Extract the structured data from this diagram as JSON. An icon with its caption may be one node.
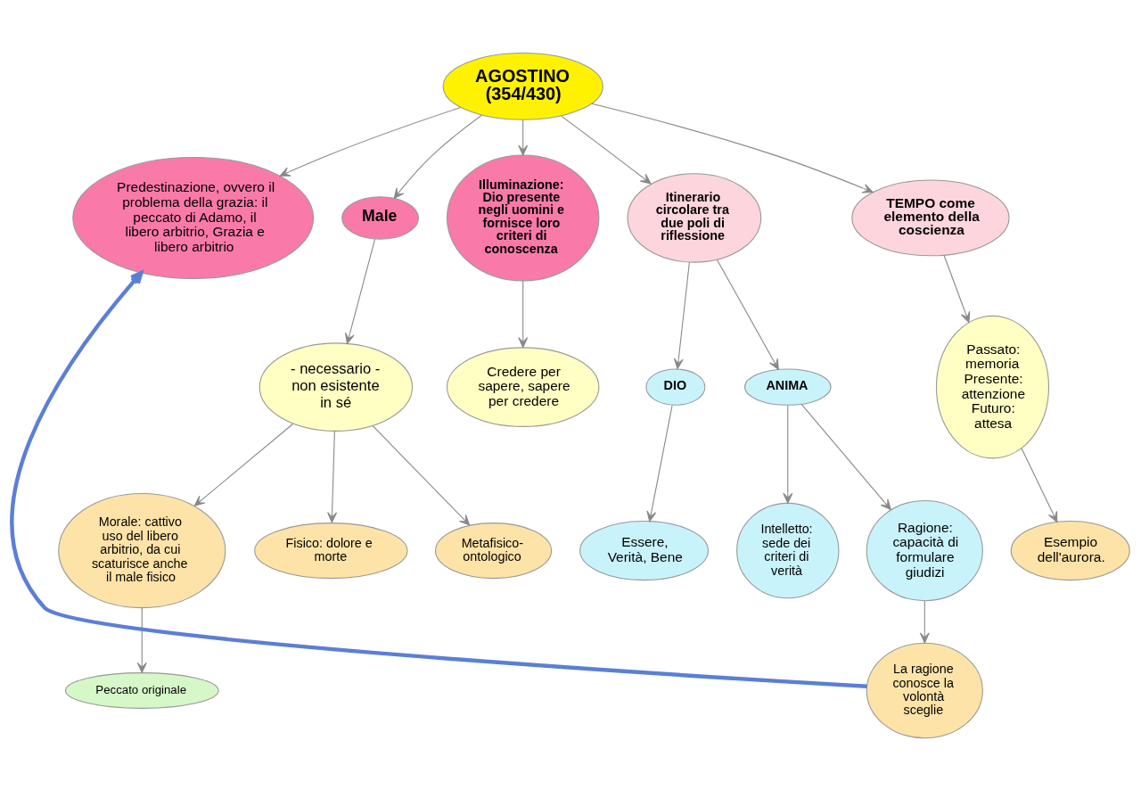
{
  "diagram": {
    "nodes": [
      {
        "text": [
          "AGOSTINO (354/430)"
        ]
      },
      {
        "text": [
          "Predestinazione, ovvero il problema della grazia: il peccato di Adamo, il libero arbitrio, Grazia e libero arbitrio"
        ]
      },
      {
        "text": [
          "Male"
        ]
      },
      {
        "text": [
          "- necessario - non esistente in sé"
        ]
      },
      {
        "text": [
          "Morale: cattivo uso del libero arbitrio, da cui scaturisce anche il male fisico"
        ]
      },
      {
        "text": [
          "Fisico: dolore e morte"
        ]
      },
      {
        "text": [
          "Metafisico-ontologico"
        ]
      },
      {
        "text": [
          "Peccato originale"
        ]
      },
      {
        "text": [
          "Illuminazione: Dio presente negli uomini e fornisce loro criteri di conoscenza"
        ]
      },
      {
        "text": [
          "Credere per sapere, sapere per credere"
        ]
      },
      {
        "text": [
          "Itinerario circolare tra due poli di riflessione"
        ]
      },
      {
        "text": [
          "TEMPO come elemento della coscienza"
        ]
      },
      {
        "text": [
          "DIO"
        ]
      },
      {
        "text": [
          "ANIMA"
        ]
      },
      {
        "text": [
          "Essere, Verità, Bene"
        ]
      },
      {
        "text": [
          "Intelletto: sede dei criteri di verità"
        ]
      },
      {
        "text": [
          "Ragione: capacità di formulare giudizi"
        ]
      },
      {
        "text": [
          "La ragione conosce la volontà sceglie"
        ]
      },
      {
        "text": [
          "Passato: memoria Presente: attenzione Futuro: attesa"
        ]
      },
      {
        "text": [
          "Esempio dell'aurora."
        ]
      }
    ],
    "edges": [
      {
        "from": 0,
        "to": 1,
        "arrow": "to"
      },
      {
        "from": 0,
        "to": 2,
        "arrow": "to"
      },
      {
        "from": 2,
        "to": 3,
        "arrow": "to"
      },
      {
        "from": 3,
        "to": 4,
        "arrow": "to"
      },
      {
        "from": 3,
        "to": 5,
        "arrow": "to"
      },
      {
        "from": 3,
        "to": 6,
        "arrow": "to"
      },
      {
        "from": 4,
        "to": 7,
        "arrow": "to"
      },
      {
        "from": 0,
        "to": 8,
        "arrow": "to"
      },
      {
        "from": 8,
        "to": 9,
        "arrow": "to"
      },
      {
        "from": 0,
        "to": 10,
        "arrow": "to"
      },
      {
        "from": 0,
        "to": 11,
        "arrow": "to"
      },
      {
        "from": 10,
        "to": 12,
        "arrow": "to"
      },
      {
        "from": 10,
        "to": 13,
        "arrow": "to"
      },
      {
        "from": 12,
        "to": 14,
        "arrow": "to"
      },
      {
        "from": 13,
        "to": 15,
        "arrow": "to"
      },
      {
        "from": 13,
        "to": 16,
        "arrow": "to"
      },
      {
        "from": 16,
        "to": 17,
        "arrow": "to"
      },
      {
        "from": 11,
        "to": 18,
        "arrow": "to"
      },
      {
        "from": 18,
        "to": 19,
        "arrow": "to"
      },
      {
        "from": 17,
        "to": 1,
        "arrow": "to",
        "style": "thick",
        "color": "#5b7fd6"
      }
    ]
  }
}
